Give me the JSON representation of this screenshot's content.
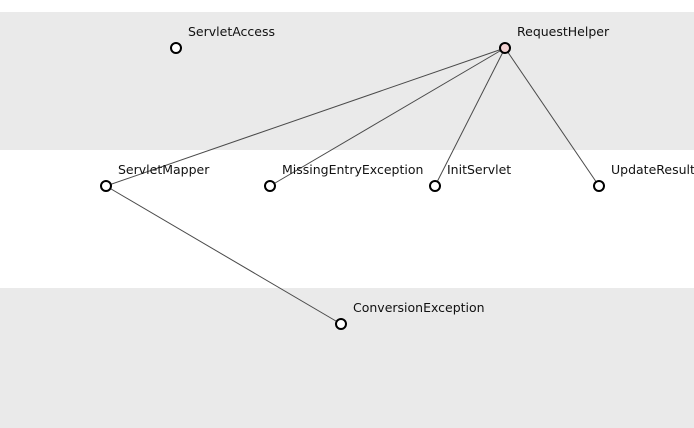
{
  "nodes": [
    {
      "id": "ServletAccess",
      "label": "ServletAccess",
      "fill": "#ffffff"
    },
    {
      "id": "RequestHelper",
      "label": "RequestHelper",
      "fill": "#f2d2d2"
    },
    {
      "id": "ServletMapper",
      "label": "ServletMapper",
      "fill": "#ffffff"
    },
    {
      "id": "MissingEntryException",
      "label": "MissingEntryException",
      "fill": "#ffffff"
    },
    {
      "id": "InitServlet",
      "label": "InitServlet",
      "fill": "#ffffff"
    },
    {
      "id": "UpdateResult",
      "label": "UpdateResult",
      "fill": "#ffffff"
    },
    {
      "id": "ConversionException",
      "label": "ConversionException",
      "fill": "#ffffff"
    }
  ],
  "edges": [
    {
      "from": "RequestHelper",
      "to": "ServletMapper"
    },
    {
      "from": "RequestHelper",
      "to": "MissingEntryException"
    },
    {
      "from": "RequestHelper",
      "to": "InitServlet"
    },
    {
      "from": "RequestHelper",
      "to": "UpdateResult"
    },
    {
      "from": "ServletMapper",
      "to": "ConversionException"
    }
  ],
  "colors": {
    "band_gray": "#eaeaea",
    "band_white": "#ffffff",
    "edge": "#4a4a4a",
    "node_stroke": "#000000"
  }
}
